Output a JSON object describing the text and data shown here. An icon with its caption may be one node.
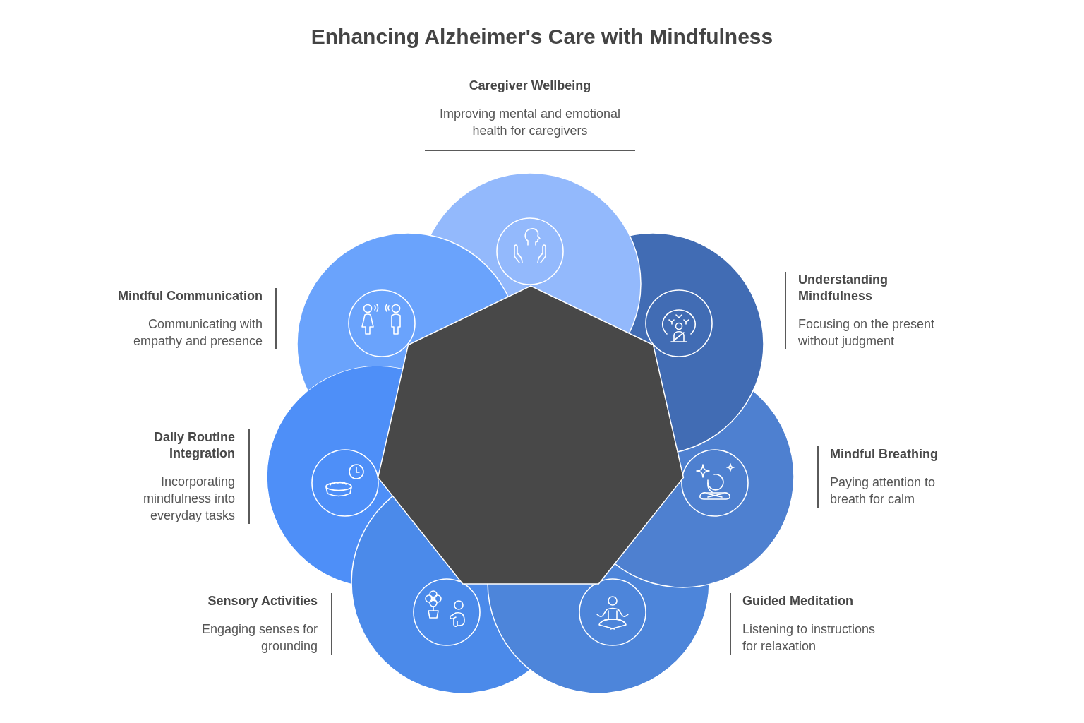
{
  "diagram": {
    "title": "Enhancing Alzheimer's Care with Mindfulness",
    "nodes": [
      {
        "text": [
          "Caregiver Wellbeing",
          "Improving mental and emotional health for caregivers"
        ]
      },
      {
        "text": [
          "Understanding Mindfulness",
          "Focusing on the present without judgment"
        ]
      },
      {
        "text": [
          "Mindful Breathing",
          "Paying attention to breath for calm"
        ]
      },
      {
        "text": [
          "Guided Meditation",
          "Listening to instructions for relaxation"
        ]
      },
      {
        "text": [
          "Sensory Activities",
          "Engaging senses for grounding"
        ]
      },
      {
        "text": [
          "Daily Routine Integration",
          "Incorporating mindfulness into everyday tasks"
        ]
      },
      {
        "text": [
          "Mindful Communication",
          "Communicating with empathy and presence"
        ]
      },
      {
        "text": [],
        "shape": "heptagon"
      }
    ]
  }
}
